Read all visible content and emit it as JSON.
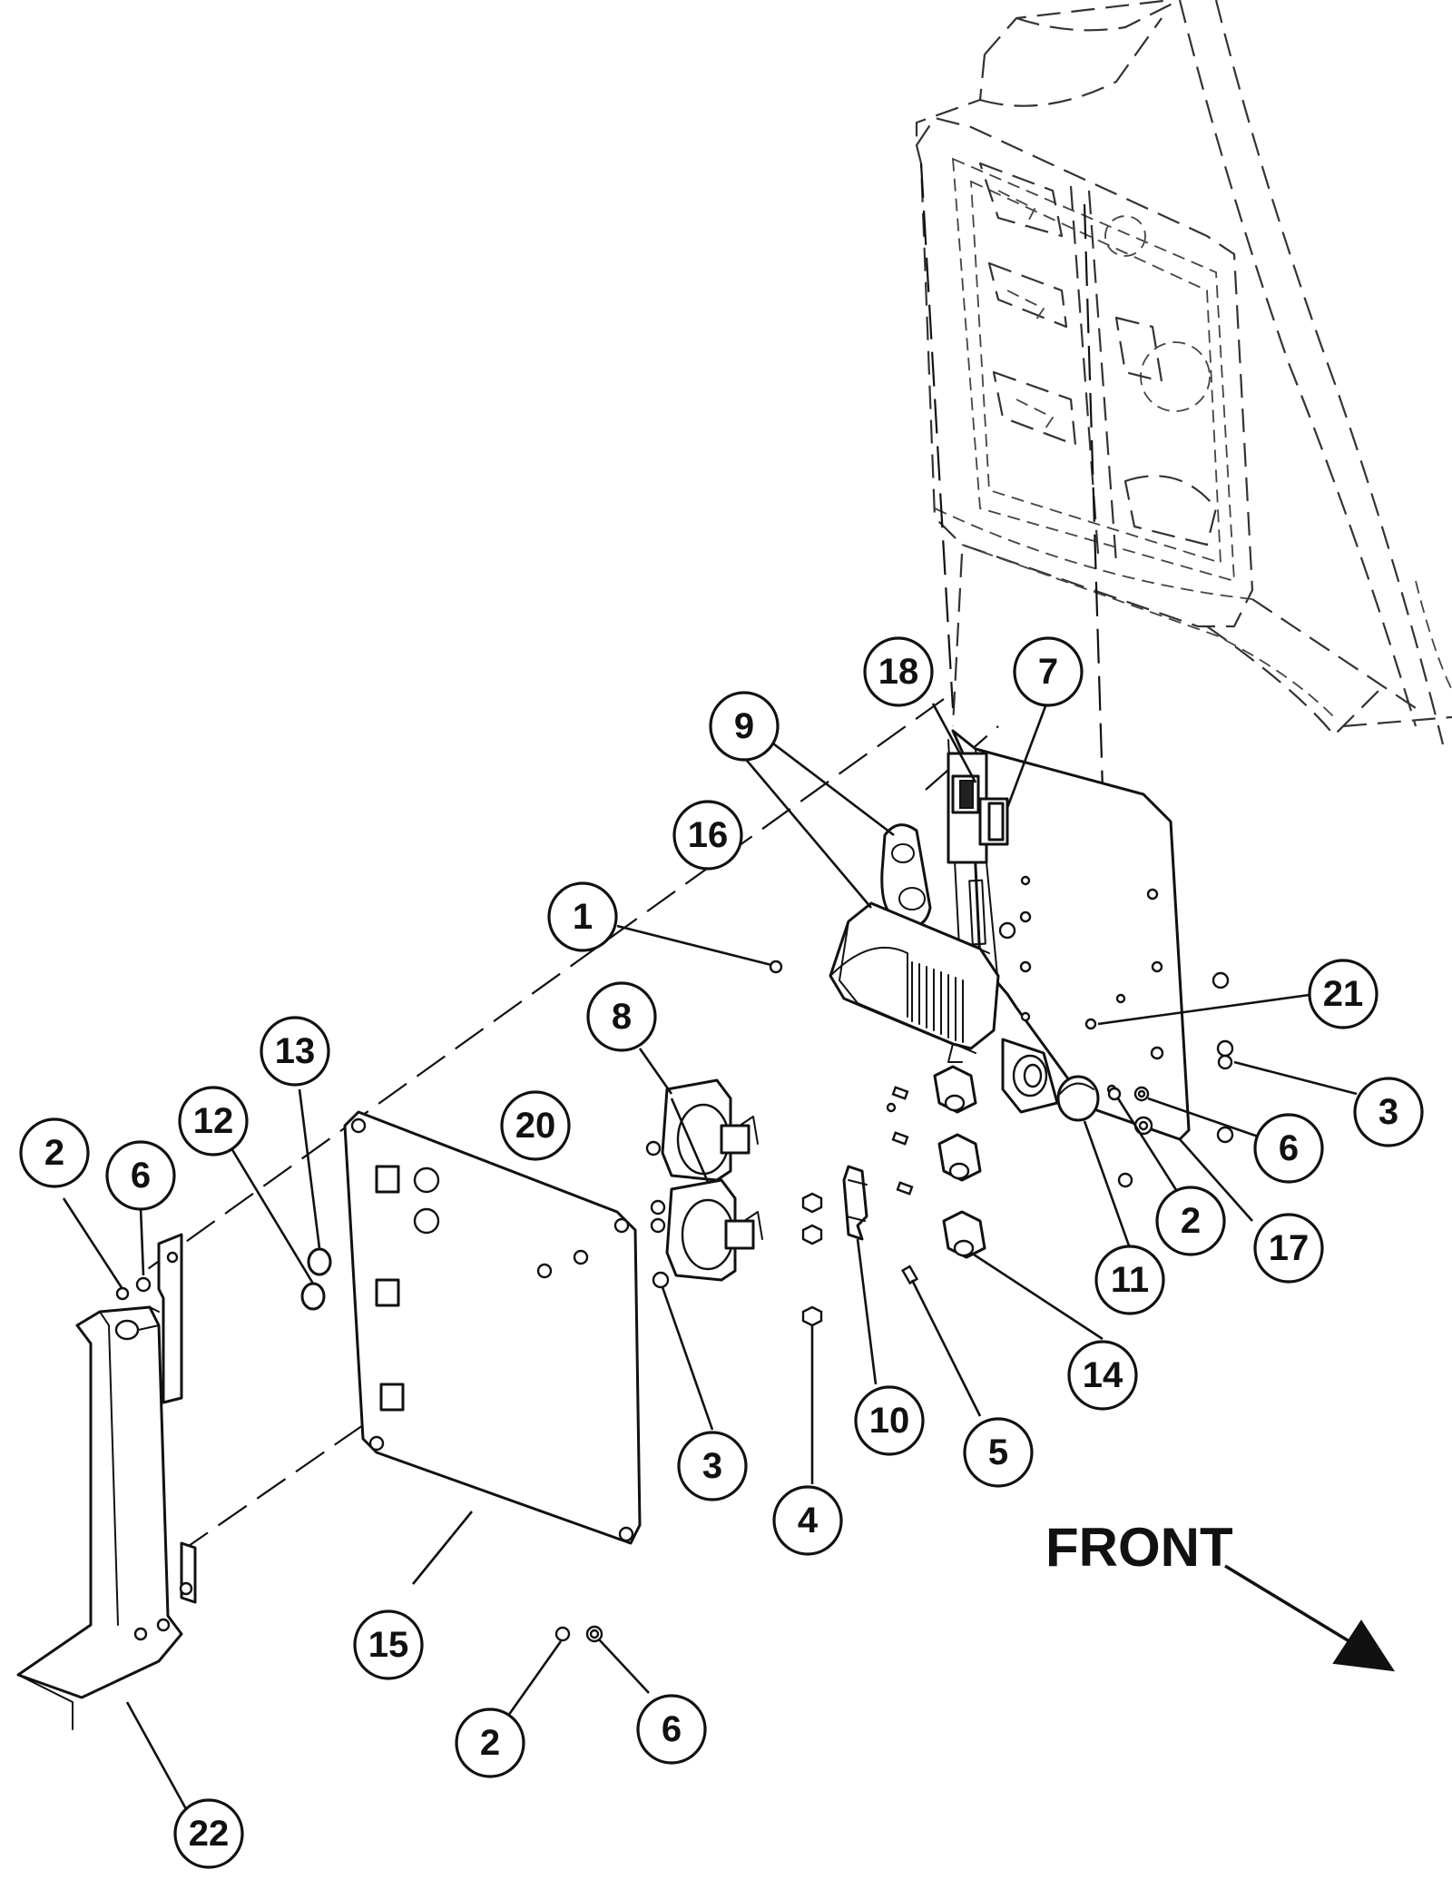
{
  "labels": {
    "front": "FRONT"
  },
  "callouts": [
    {
      "text": "1"
    },
    {
      "text": "2"
    },
    {
      "text": "2"
    },
    {
      "text": "2"
    },
    {
      "text": "3"
    },
    {
      "text": "3"
    },
    {
      "text": "4"
    },
    {
      "text": "5"
    },
    {
      "text": "6"
    },
    {
      "text": "6"
    },
    {
      "text": "6"
    },
    {
      "text": "7"
    },
    {
      "text": "8"
    },
    {
      "text": "9"
    },
    {
      "text": "10"
    },
    {
      "text": "11"
    },
    {
      "text": "12"
    },
    {
      "text": "13"
    },
    {
      "text": "14"
    },
    {
      "text": "15"
    },
    {
      "text": "16"
    },
    {
      "text": "17"
    },
    {
      "text": "18"
    },
    {
      "text": "20"
    },
    {
      "text": "21"
    },
    {
      "text": "22"
    }
  ]
}
